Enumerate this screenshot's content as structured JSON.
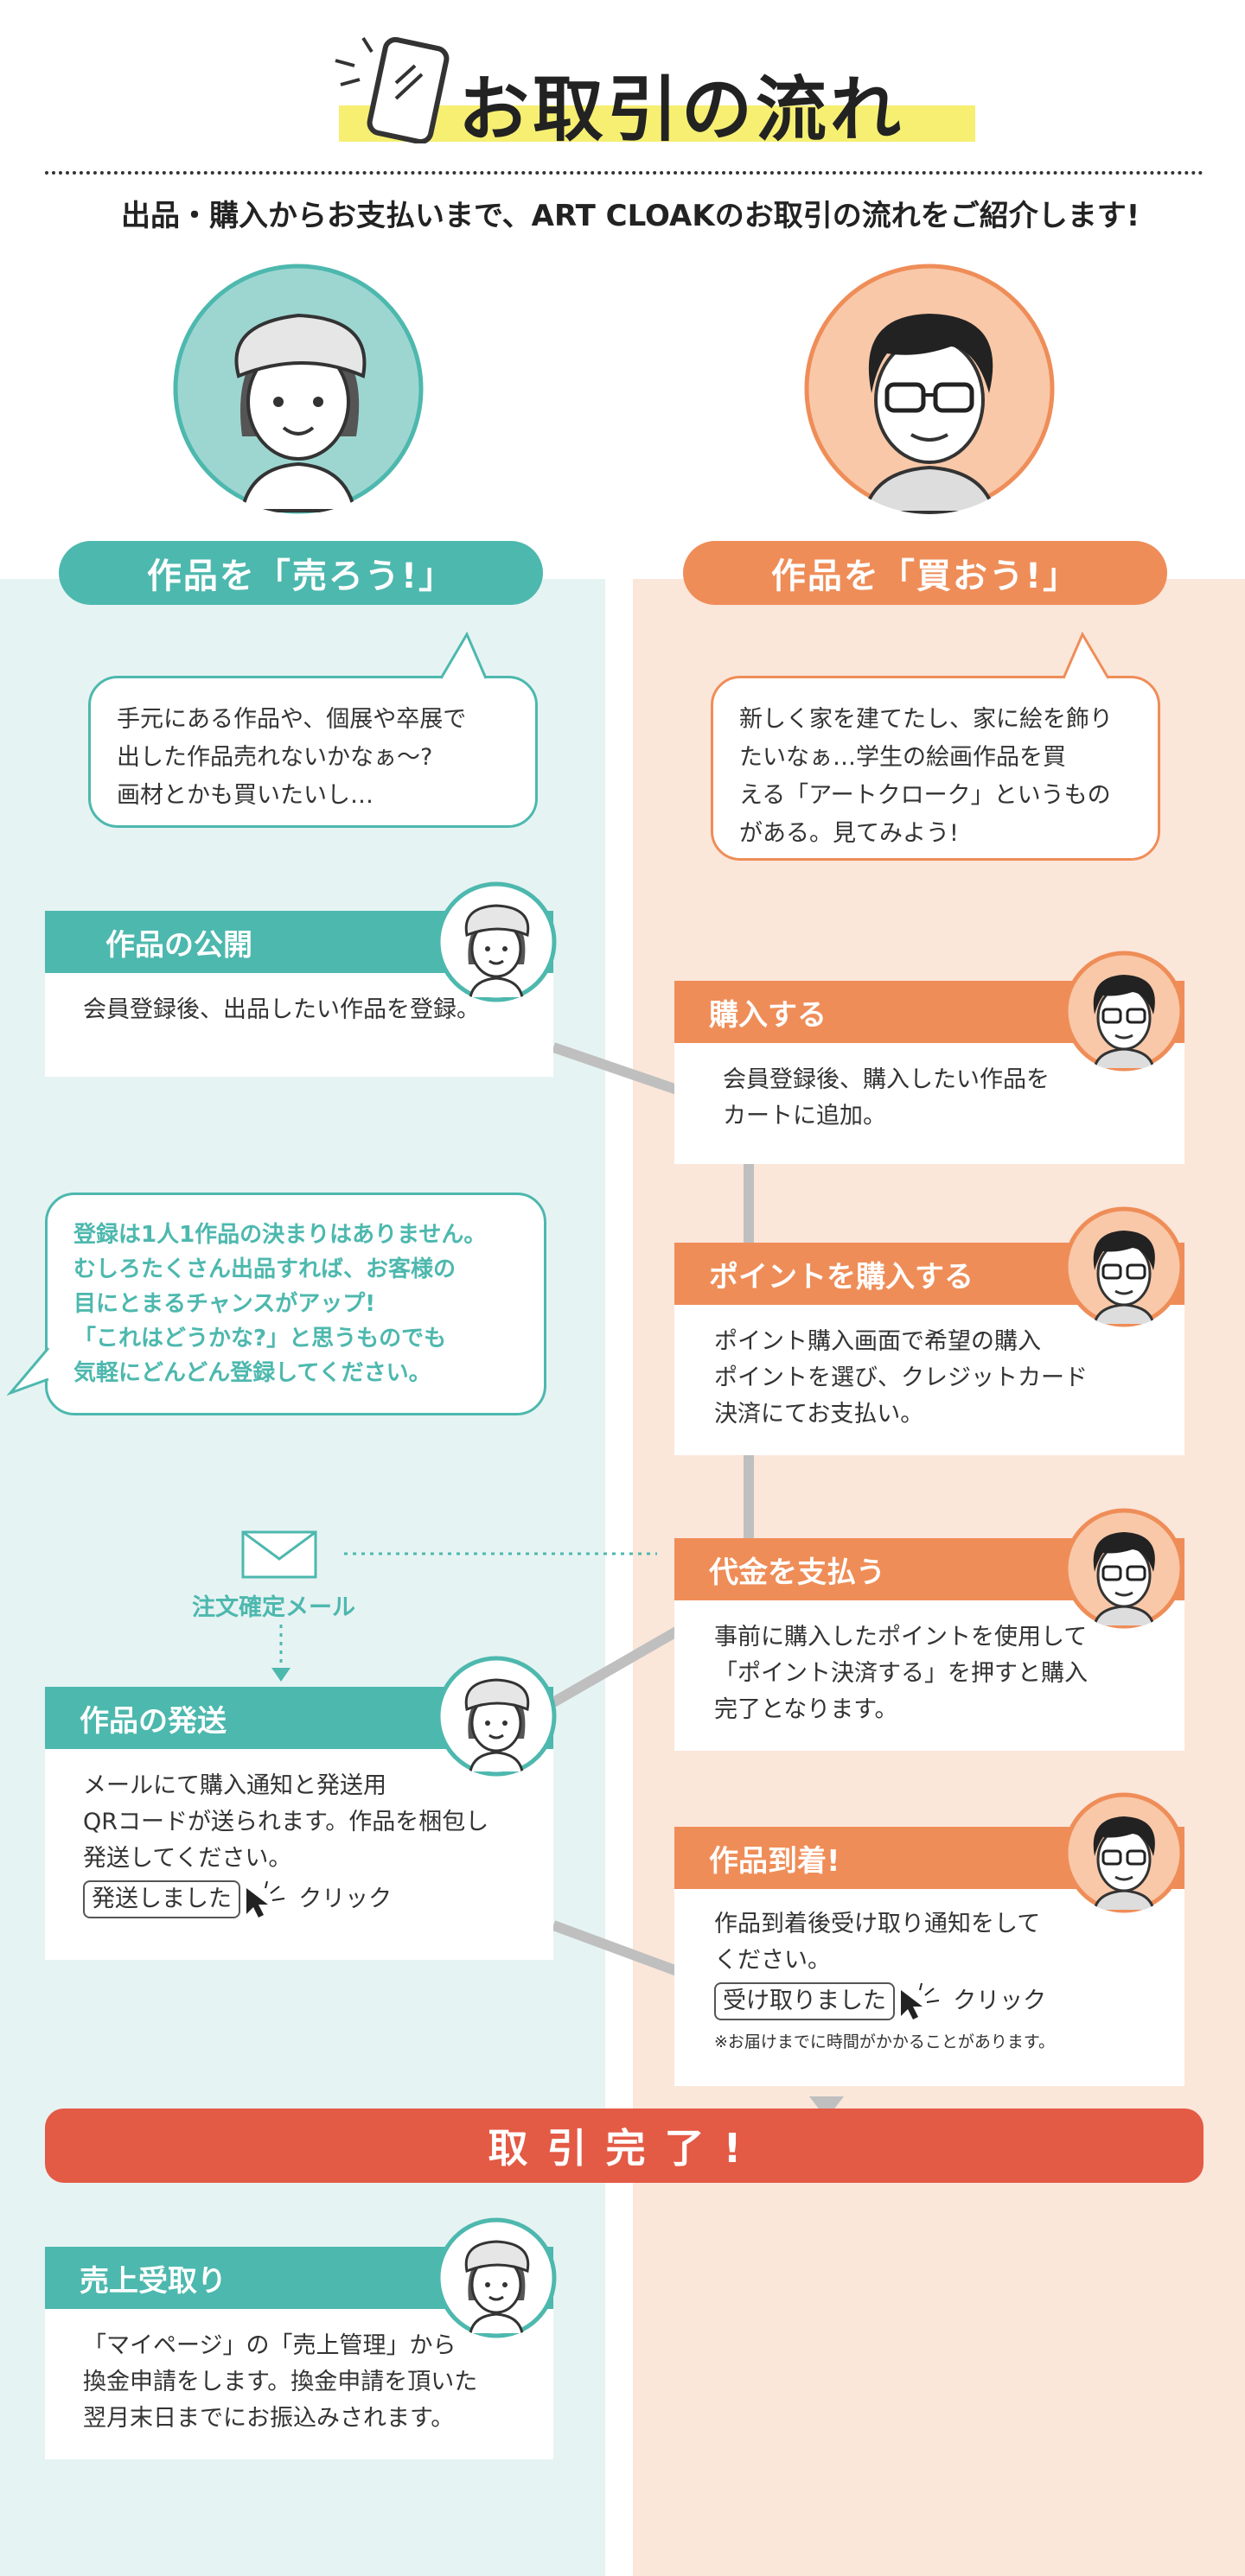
{
  "title": "お取引の流れ",
  "subtitle": "出品・購入からお支払いまで、ART CLOAKのお取引の流れをご紹介します!",
  "seller": {
    "pill": "作品を「売ろう!」",
    "bubble": [
      "手元にある作品や、個展や卒展で",
      "出した作品売れないかなぁ〜?",
      "画材とかも買いたいし…"
    ]
  },
  "buyer": {
    "pill": "作品を「買おう!」",
    "bubble": [
      "新しく家を建てたし、家に絵を飾り",
      "たいなぁ…学生の絵画作品を買",
      "える「アートクローク」というもの",
      "がある。見てみよう!"
    ]
  },
  "steps": {
    "publish": {
      "title": "作品の公開",
      "body": [
        "会員登録後、出品したい作品を登録。"
      ]
    },
    "buy": {
      "title": "購入する",
      "body": [
        "会員登録後、購入したい作品を",
        "カートに追加。"
      ]
    },
    "tip": {
      "lines": [
        "登録は1人1作品の決まりはありません。",
        "むしろたくさん出品すれば、お客様の",
        "目にとまるチャンスがアップ!",
        "「これはどうかな?」と思うものでも",
        "気軽にどんどん登録してください。"
      ]
    },
    "points": {
      "title": "ポイントを購入する",
      "body": [
        "ポイント購入画面で希望の購入",
        "ポイントを選び、クレジットカード",
        "決済にてお支払い。"
      ]
    },
    "mail_label": "注文確定メール",
    "pay": {
      "title": "代金を支払う",
      "body": [
        "事前に購入したポイントを使用して",
        "「ポイント決済する」を押すと購入",
        "完了となります。"
      ]
    },
    "ship": {
      "title": "作品の発送",
      "body": [
        "メールにて購入通知と発送用",
        "QRコードが送られます。作品を梱包し",
        "発送してください。"
      ],
      "button": "発送しました",
      "click": "クリック"
    },
    "arrive": {
      "title": "作品到着!",
      "body": [
        "作品到着後受け取り通知をして",
        "ください。"
      ],
      "button": "受け取りました",
      "click": "クリック",
      "note": "※お届けまでに時間がかかることがあります。"
    },
    "complete": "取引完了!",
    "receive": {
      "title": "売上受取り",
      "body": [
        "「マイページ」の「売上管理」から",
        "換金申請をします。換金申請を頂いた",
        "翌月末日までにお振込みされます。"
      ]
    }
  },
  "colors": {
    "teal": "#4db8ae",
    "orange": "#ef8d58",
    "red": "#e35a45",
    "teal_bg": "#e6f3f3",
    "orange_bg": "#fbe6da",
    "highlight": "#f6ef72"
  }
}
